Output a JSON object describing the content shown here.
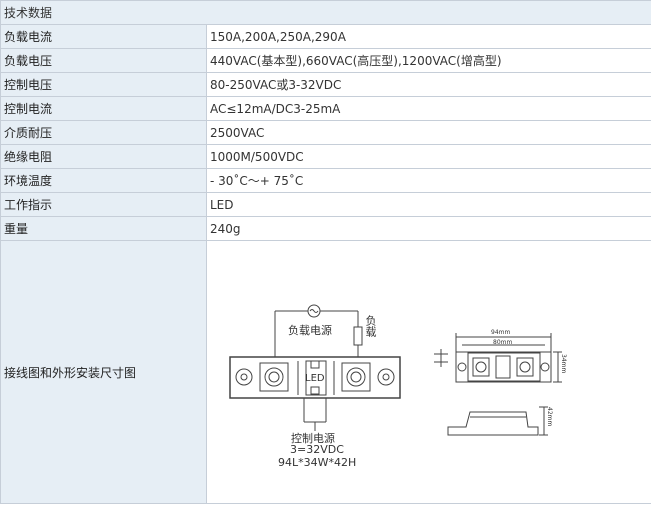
{
  "table": {
    "header": "技术数据",
    "rows": [
      {
        "label": "负载电流",
        "value": "150A,200A,250A,290A"
      },
      {
        "label": "负载电压",
        "value": "440VAC(基本型),660VAC(高压型),1200VAC(增高型)"
      },
      {
        "label": "控制电压",
        "value": "80-250VAC或3-32VDC"
      },
      {
        "label": "控制电流",
        "value": "AC≤12mA/DC3-25mA"
      },
      {
        "label": "介质耐压",
        "value": "2500VAC"
      },
      {
        "label": "绝缘电阻",
        "value": "1000M/500VDC"
      },
      {
        "label": "环境温度",
        "value": "- 30˚C～+ 75˚C"
      },
      {
        "label": "工作指示",
        "value": "LED"
      },
      {
        "label": "重量",
        "value": "240g"
      }
    ],
    "diagram_label": "接线图和外形安装尺寸图"
  },
  "diagram": {
    "load_source": "负载电源",
    "load": "负载",
    "led": "LED",
    "control_source": "控制电源",
    "control_voltage": "3=32VDC",
    "dimensions": "94L*34W*42H",
    "dim_94": "94mm",
    "dim_80": "80mm",
    "dim_34": "34mm",
    "dim_42": "42mm"
  }
}
